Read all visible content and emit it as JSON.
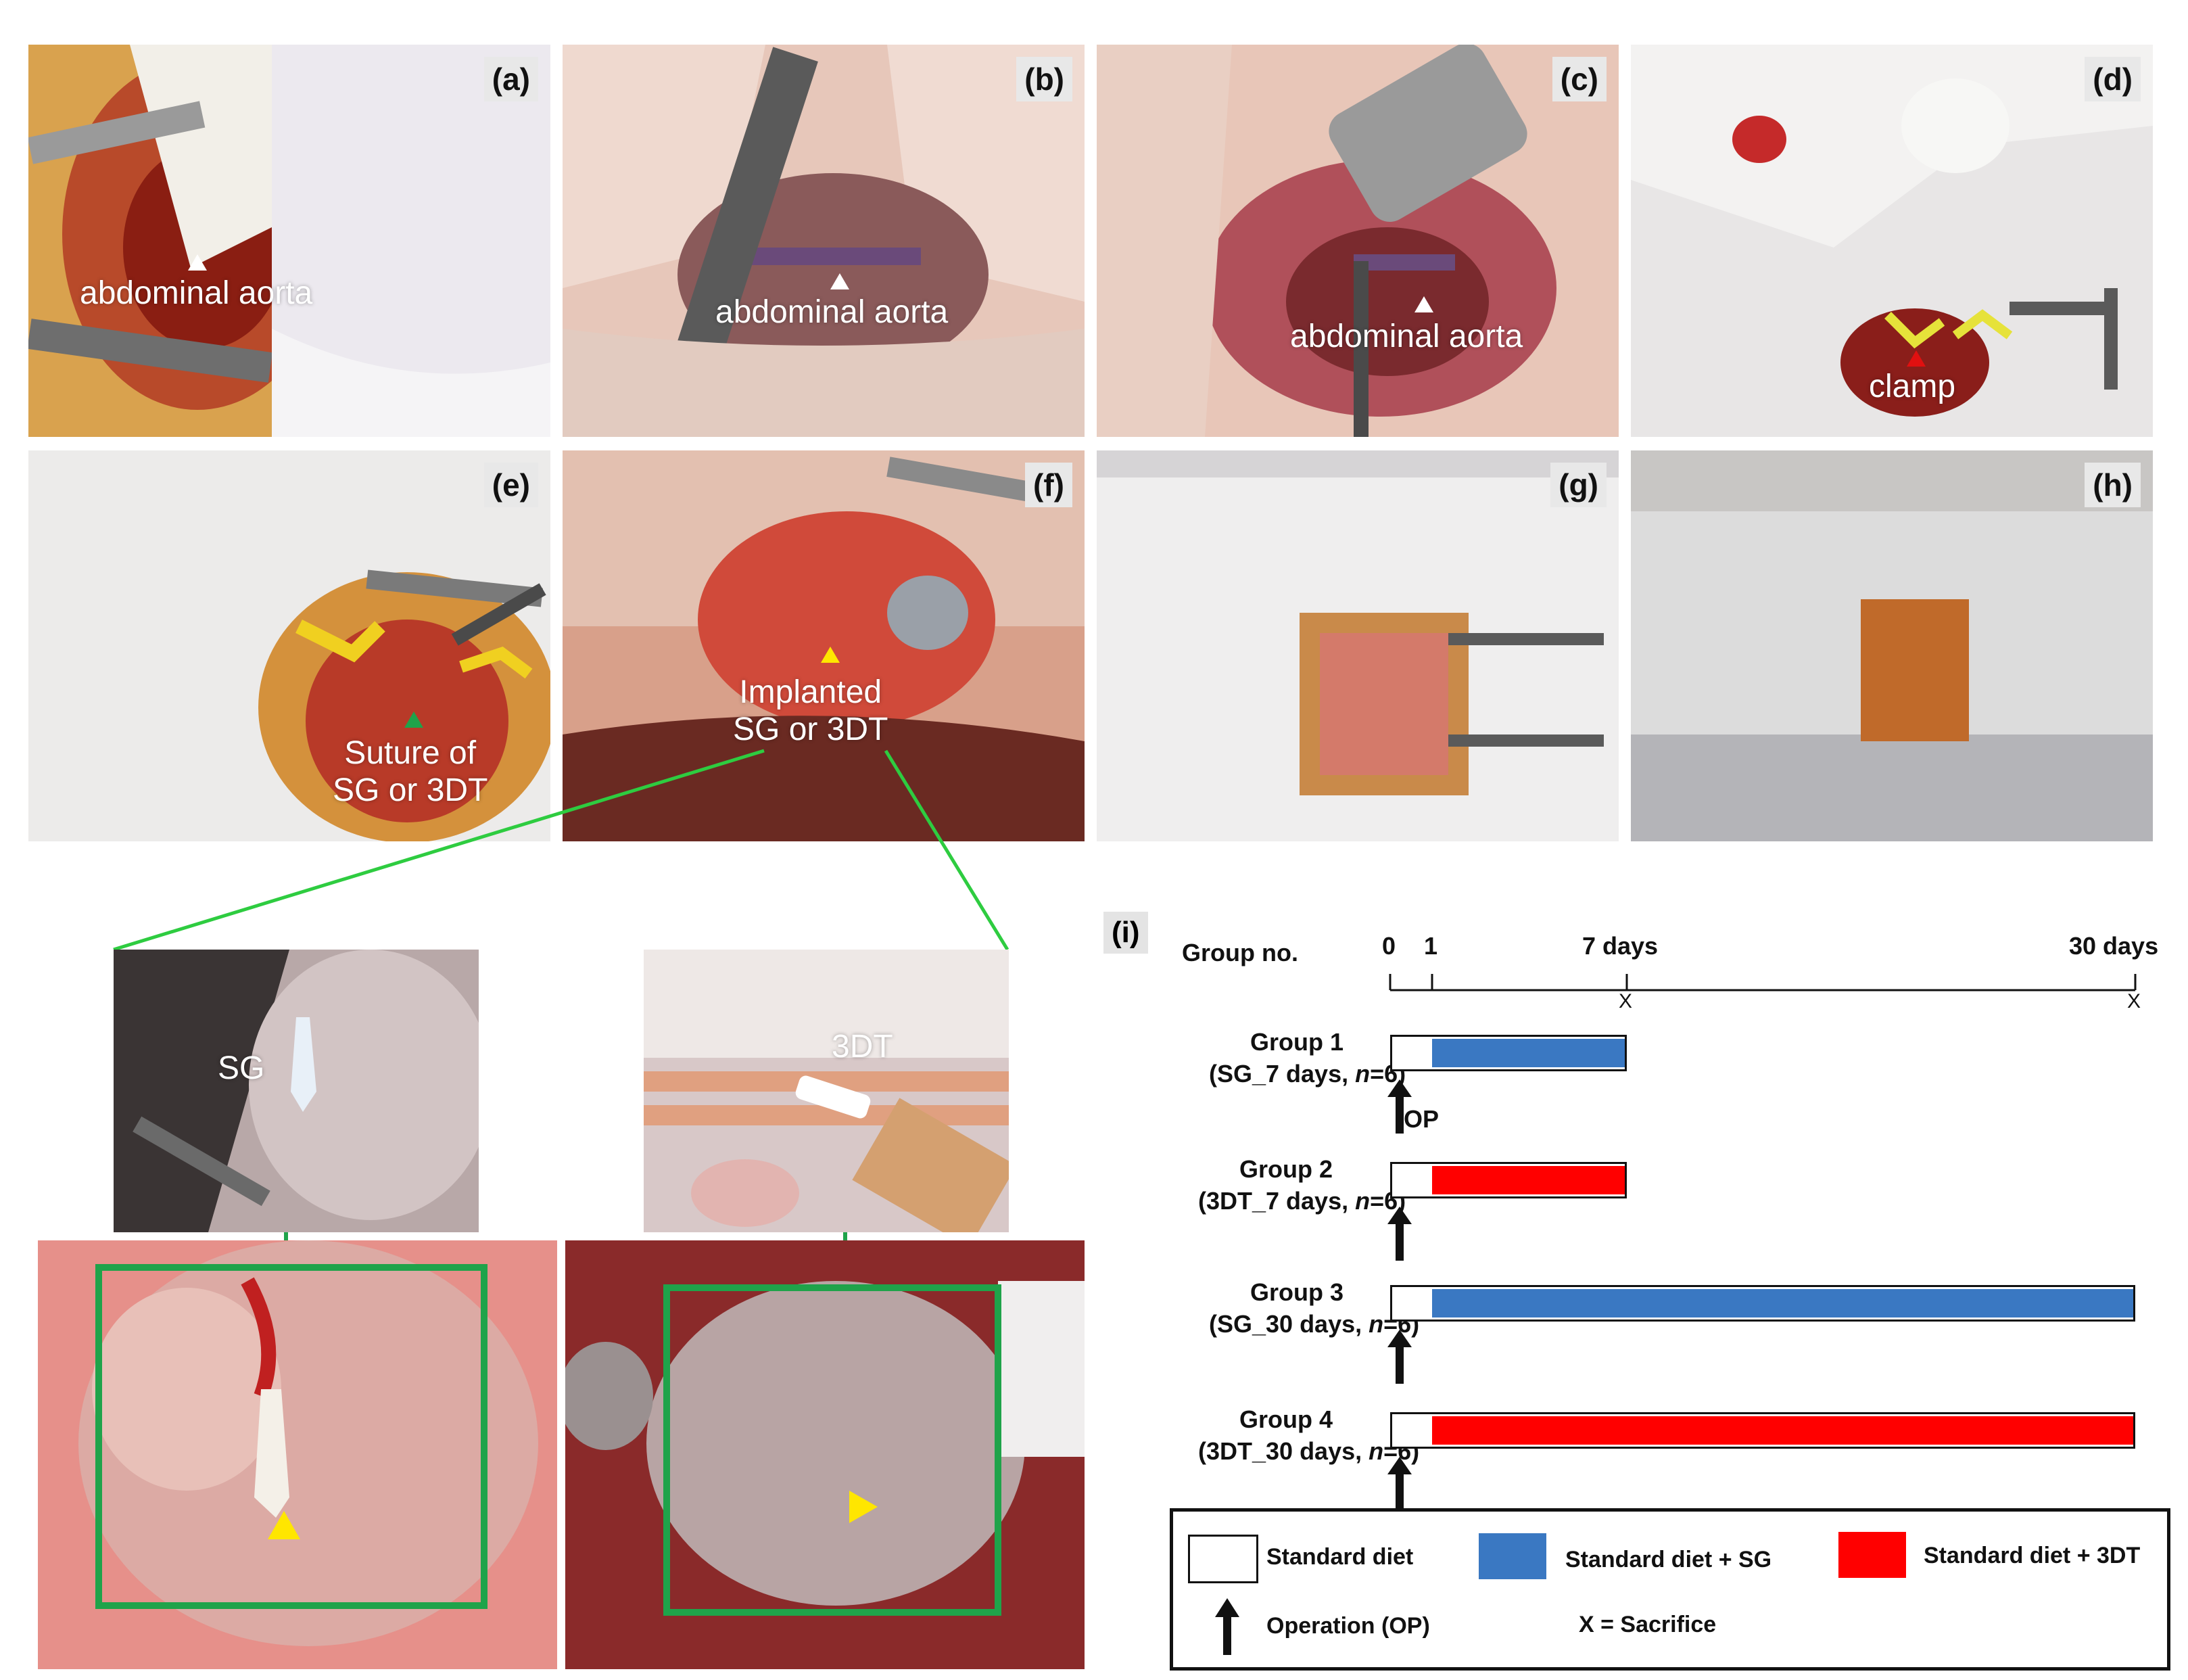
{
  "panels": {
    "a": {
      "label": "(a)",
      "annotation": "abdominal aorta"
    },
    "b": {
      "label": "(b)",
      "annotation": "abdominal aorta"
    },
    "c": {
      "label": "(c)",
      "annotation": "abdominal aorta"
    },
    "d": {
      "label": "(d)",
      "annotation": "clamp"
    },
    "e": {
      "label": "(e)",
      "annotation": "Suture of\nSG or 3DT"
    },
    "f": {
      "label": "(f)",
      "annotation": "Implanted\nSG or 3DT"
    },
    "g": {
      "label": "(g)"
    },
    "h": {
      "label": "(h)"
    },
    "sg_closeup": {
      "annotation": "SG"
    },
    "dt_closeup": {
      "annotation": "3DT"
    }
  },
  "schema": {
    "label": "(i)",
    "header": "Group no.",
    "timeline_ticks": [
      "0",
      "1",
      "7 days",
      "30 days"
    ],
    "sacrifice_marker": "X",
    "groups": [
      {
        "title": "Group 1",
        "subtitle_pre": "(SG_7 days, ",
        "n": "n",
        "subtitle_post": "=6)",
        "diet": "SG",
        "duration_days": 7
      },
      {
        "title": "Group 2",
        "subtitle_pre": "(3DT_7 days, ",
        "n": "n",
        "subtitle_post": "=6)",
        "diet": "3DT",
        "duration_days": 7
      },
      {
        "title": "Group 3",
        "subtitle_pre": "(SG_30 days, ",
        "n": "n",
        "subtitle_post": "=6)",
        "diet": "SG",
        "duration_days": 30
      },
      {
        "title": "Group 4",
        "subtitle_pre": "(3DT_30 days, ",
        "n": "n",
        "subtitle_post": "=6)",
        "diet": "3DT",
        "duration_days": 30
      }
    ],
    "op_label": "OP",
    "legend": {
      "standard": "Standard diet",
      "sg": "Standard diet + SG",
      "dt": "Standard diet + 3DT",
      "operation": "Operation (OP)",
      "sacrifice": "X = Sacrifice"
    },
    "colors": {
      "sg": "#3a78c2",
      "dt": "#ff0000",
      "standard": "#ffffff"
    }
  },
  "colors": {
    "connector": "#2ecc40",
    "frame": "#1fa34a",
    "marker_yellow": "#ffe600",
    "marker_white": "#ffffff",
    "marker_red": "#e01010",
    "marker_green": "#1fa34a"
  }
}
